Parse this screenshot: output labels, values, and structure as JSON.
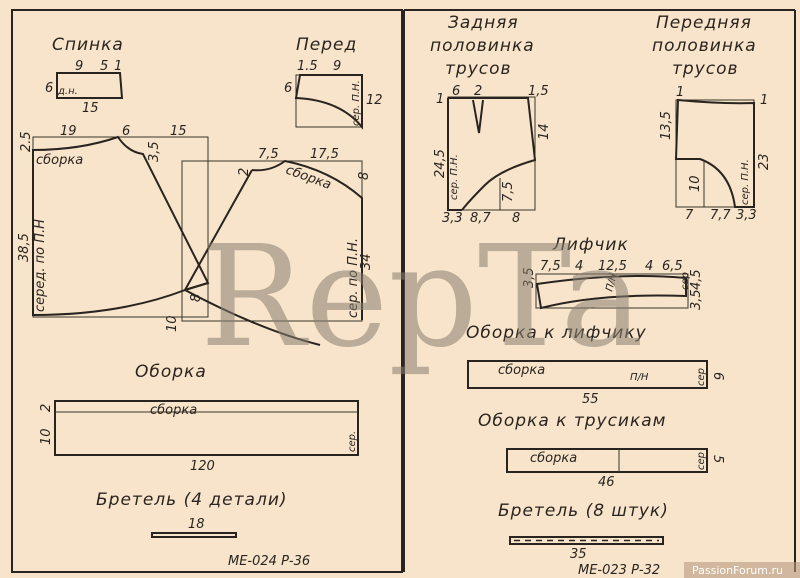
{
  "left": {
    "back_yoke": {
      "title": "Спинка",
      "top": [
        "9",
        "5",
        "1"
      ],
      "side": "6",
      "center": "д.н.",
      "bottom": "15"
    },
    "front_yoke": {
      "title": "Перед",
      "top": [
        "1.5",
        "9"
      ],
      "side": "6",
      "center": "сер. П.Н.",
      "right": "12"
    },
    "skirt": {
      "back_top": [
        "19",
        "6",
        "15"
      ],
      "back_side": "2.5",
      "back_notch": "3,5",
      "back_gather": "сборка",
      "back_height": "38,5",
      "back_center": "серед. по П.Н",
      "front_top": [
        "7,5",
        "17,5"
      ],
      "front_left": "2",
      "front_gather": "сборка",
      "front_right": "8",
      "front_center": "сер. по П.Н.",
      "front_height": "34",
      "overlap": "8",
      "bottom_mark": "10"
    },
    "ruffle": {
      "title": "Оборка",
      "gather": "сборка",
      "top_mark": "2",
      "height": "10",
      "center": "сер.",
      "length": "120"
    },
    "strap": {
      "title": "Бретель (4 детали)",
      "length": "18"
    },
    "code": "МЕ-024 Р-36"
  },
  "right": {
    "back_panty": {
      "title": [
        "Задняя",
        "половинка",
        "трусов"
      ],
      "top": [
        "1",
        "6",
        "2",
        "1,5"
      ],
      "side": "14",
      "height": "24,5",
      "center": "сер. П.Н.",
      "inner": "7,5",
      "bottom": [
        "3,3",
        "8,7",
        "8"
      ]
    },
    "front_panty": {
      "title": [
        "Передняя",
        "половинка",
        "трусов"
      ],
      "top_left": "1",
      "top_right": "1",
      "height": "13,5",
      "center": "сер. П.Н.",
      "total": "23",
      "inner": "10",
      "bottom": [
        "7",
        "7,7",
        "3,3"
      ]
    },
    "bra": {
      "title": "Лифчик",
      "top": [
        "7,5",
        "4",
        "12,5",
        "4",
        "6,5"
      ],
      "left": "3,5",
      "right": [
        "4,5",
        "3,5"
      ],
      "grain": "П/Н",
      "center": "сер"
    },
    "bra_ruffle": {
      "title": "Оборка к лифчику",
      "gather": "сборка",
      "grain": "П/Н",
      "center": "сер",
      "height": "6",
      "length": "55"
    },
    "panty_ruffle": {
      "title": "Оборка к трусикам",
      "gather": "сборка",
      "center": "сер",
      "height": "5",
      "length": "46"
    },
    "strap": {
      "title": "Бретель (8 штук)",
      "length": "35"
    },
    "code": "МЕ-023 Р-32"
  },
  "watermark": "RepTa",
  "site": "PassionForum.ru"
}
